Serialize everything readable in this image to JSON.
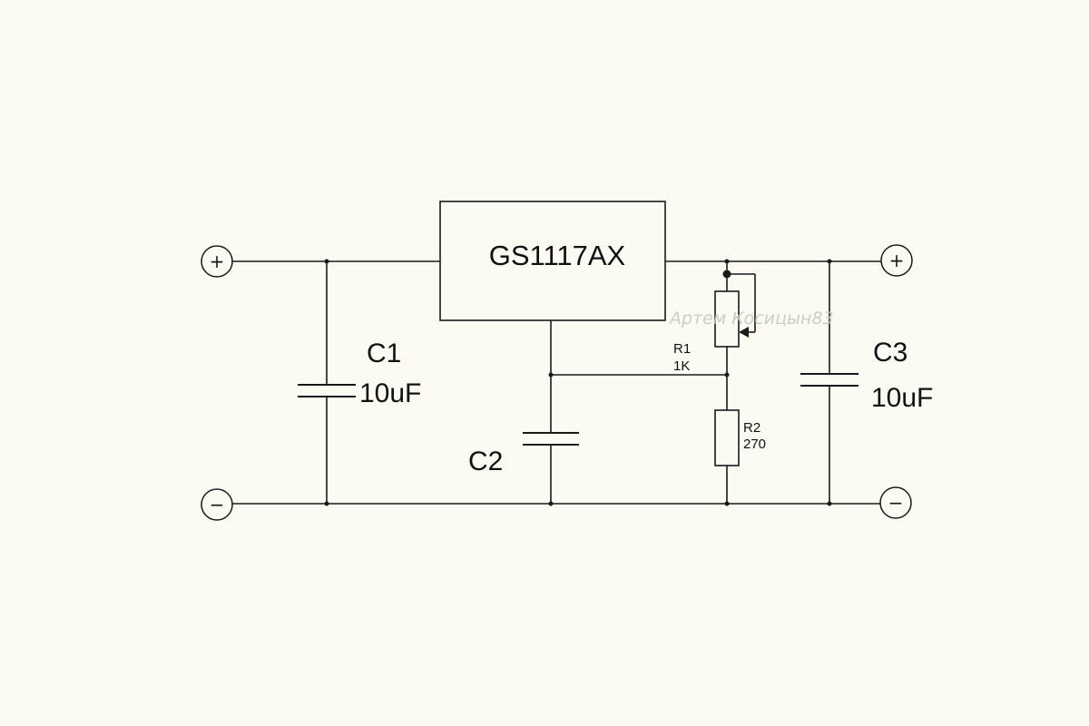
{
  "regulator": {
    "label": "GS1117AX"
  },
  "c1": {
    "name": "C1",
    "value": "10uF"
  },
  "c2": {
    "name": "C2"
  },
  "c3": {
    "name": "C3",
    "value": "10uF"
  },
  "r1": {
    "name": "R1",
    "value": "1K"
  },
  "r2": {
    "name": "R2",
    "value": "270"
  },
  "terminals": {
    "input_positive": "+",
    "input_negative": "−",
    "output_positive": "+",
    "output_negative": "−"
  },
  "watermark": "Артем Косицын83"
}
